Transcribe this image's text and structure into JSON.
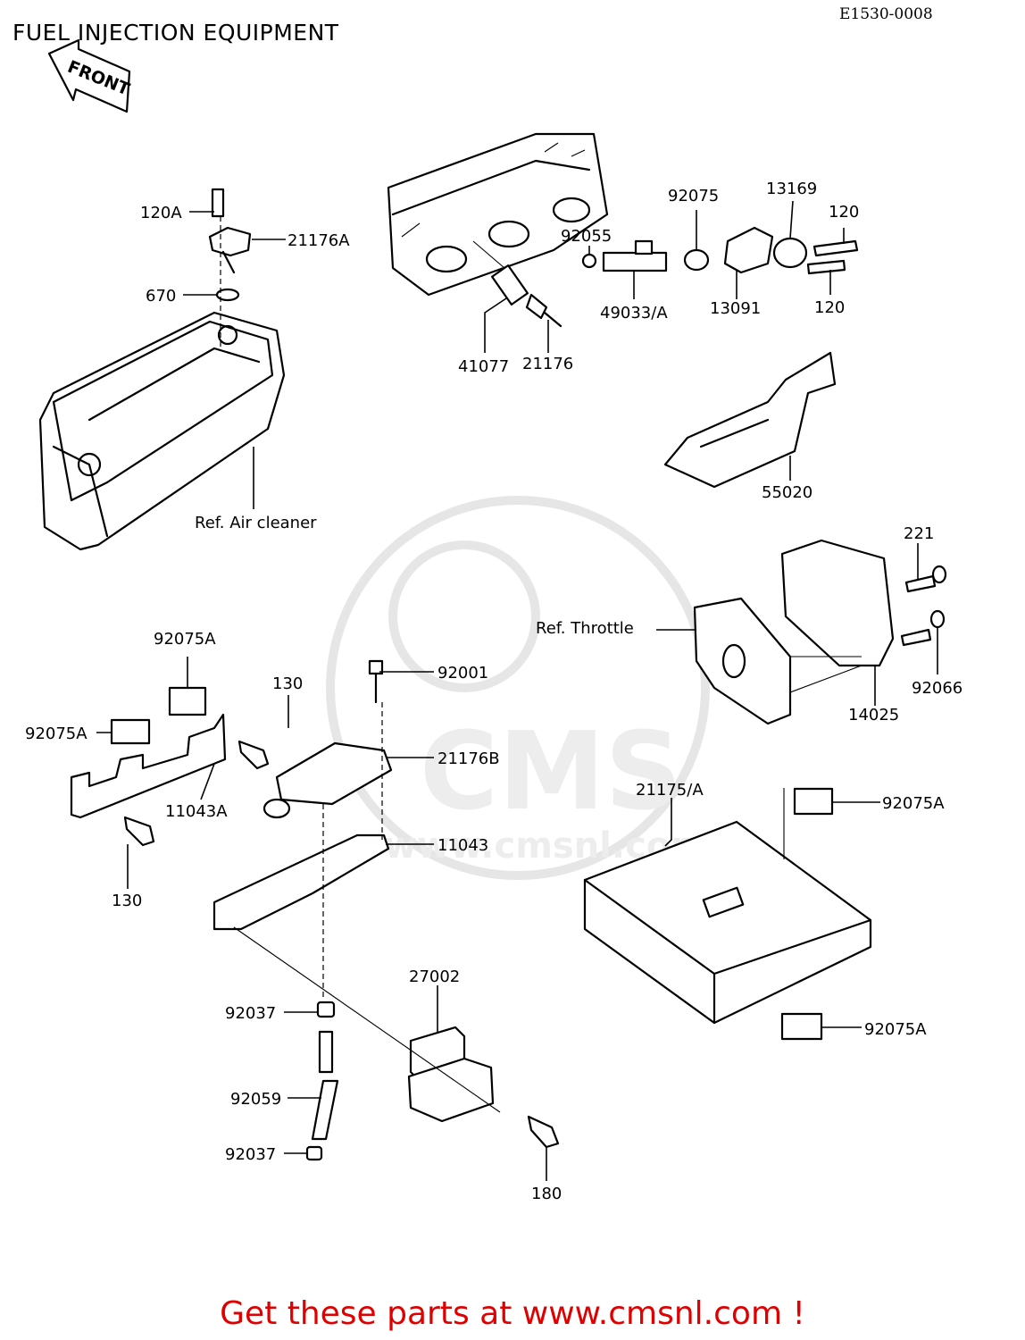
{
  "diagram": {
    "title": "FUEL INJECTION EQUIPMENT",
    "ref_code": "E1530-0008",
    "front_arrow_text": "FRONT",
    "watermark_text": "CMS",
    "watermark_url": "www.cmsnl.com",
    "labels": {
      "p120A": "120A",
      "p21176A": "21176A",
      "p670": "670",
      "p41077": "41077",
      "p21176": "21176",
      "p92055": "92055",
      "p92075": "92075",
      "p49033A": "49033/A",
      "p13169": "13169",
      "p13091": "13091",
      "p120a": "120",
      "p120b": "120",
      "p55020": "55020",
      "ref_air_cleaner": "Ref. Air cleaner",
      "p221": "221",
      "ref_throttle": "Ref. Throttle",
      "p92066": "92066",
      "p14025": "14025",
      "p92075A_a": "92075A",
      "p92075A_b": "92075A",
      "p130a": "130",
      "p11043A": "11043A",
      "p130b": "130",
      "p92001": "92001",
      "p21176B": "21176B",
      "p11043": "11043",
      "p21175A": "21175/A",
      "p92075A_c": "92075A",
      "p92075A_d": "92075A",
      "p27002": "27002",
      "p92037a": "92037",
      "p92059": "92059",
      "p92037b": "92037",
      "p180": "180"
    },
    "footer_text": "Get these parts at www.cmsnl.com !",
    "colors": {
      "footer": "#e00000",
      "watermark": "#e6e6e6",
      "lines": "#000000"
    }
  }
}
